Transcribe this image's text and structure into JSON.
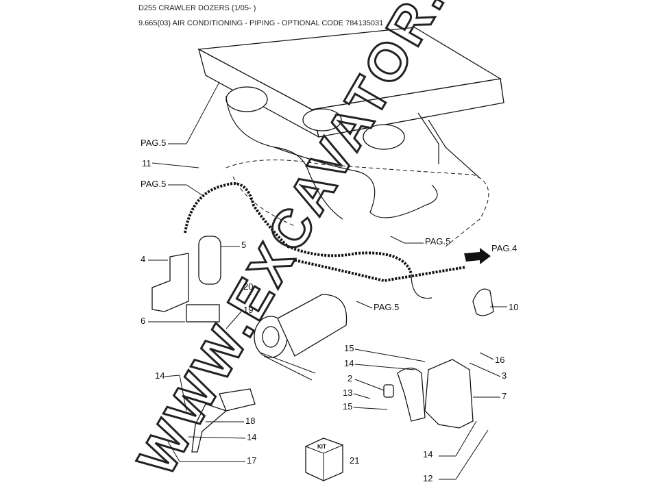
{
  "header": {
    "model": "D255 CRAWLER DOZERS (1/05- )",
    "section": "9.665(03) AIR CONDITIONING - PIPING - OPTIONAL CODE 784135031"
  },
  "watermark": "WWW.EXCAVATOR.RU",
  "callouts": {
    "pag5_a": "PAG.5",
    "c11": "11",
    "pag5_b": "PAG.5",
    "c5": "5",
    "c4": "4",
    "c6": "6",
    "c20": "20",
    "c19": "19",
    "pag5_c": "PAG.5",
    "pag4": "PAG.4",
    "c10": "10",
    "pag5_d": "PAG.5",
    "c15a": "15",
    "c14a": "14",
    "c16": "16",
    "c2": "2",
    "c3": "3",
    "c13": "13",
    "c7": "7",
    "c15b": "15",
    "c14b": "14",
    "c18": "18",
    "c14c": "14",
    "c17": "17",
    "c21": "21",
    "c14d": "14",
    "c12": "12"
  },
  "kit_label": "KIT"
}
